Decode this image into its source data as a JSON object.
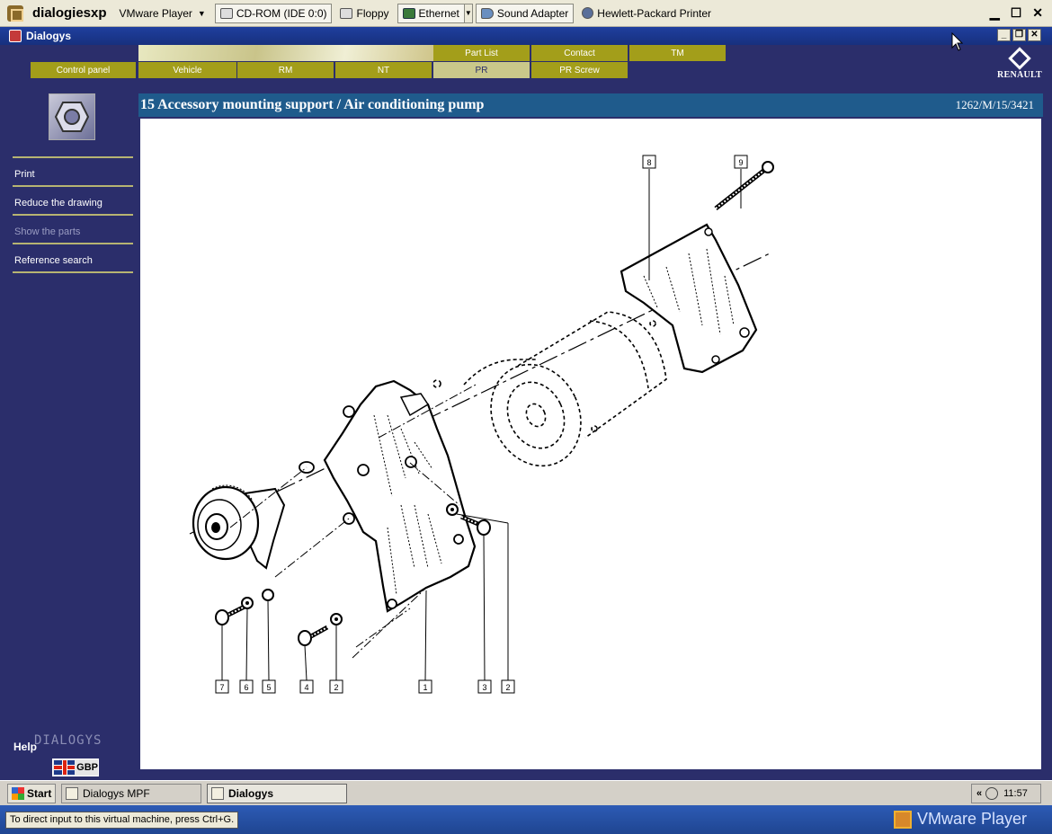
{
  "vmware": {
    "title": "dialogiesxp",
    "player_menu": "VMware Player",
    "devices": [
      "CD-ROM (IDE 0:0)",
      "Floppy",
      "Ethernet",
      "Sound Adapter",
      "Hewlett-Packard Printer"
    ],
    "window_controls": {
      "minimize": "▁",
      "restore": "☐",
      "close": "✕"
    }
  },
  "app": {
    "title": "Dialogys",
    "window_controls": {
      "minimize": "_",
      "restore": "❐",
      "close": "✕"
    },
    "nav_row1": [
      "Part List",
      "Contact",
      "TM"
    ],
    "nav_row2": [
      "Control panel",
      "Vehicle",
      "RM",
      "NT",
      "PR",
      "PR Screw"
    ],
    "active_nav": "PR",
    "brand": "RENAULT"
  },
  "sidebar": {
    "items": [
      {
        "label": "Print",
        "enabled": true
      },
      {
        "label": "Reduce the drawing",
        "enabled": true
      },
      {
        "label": "Show the parts",
        "enabled": false
      },
      {
        "label": "Reference search",
        "enabled": true
      }
    ],
    "help": "Help",
    "logo_text": "DIALOGYS",
    "currency": "GBP"
  },
  "content": {
    "title": "15 Accessory mounting support / Air conditioning pump",
    "reference": "1262/M/15/3421",
    "callouts": [
      "8",
      "9",
      "7",
      "6",
      "5",
      "4",
      "2",
      "1",
      "3",
      "2"
    ]
  },
  "taskbar": {
    "start": "Start",
    "items": [
      {
        "label": "Dialogys MPF",
        "active": false
      },
      {
        "label": "Dialogys",
        "active": true
      }
    ],
    "tray_chevron": "«",
    "clock": "11:57"
  },
  "status": {
    "hint": "To direct input to this virtual machine, press Ctrl+G.",
    "brand": "VMware Player"
  }
}
